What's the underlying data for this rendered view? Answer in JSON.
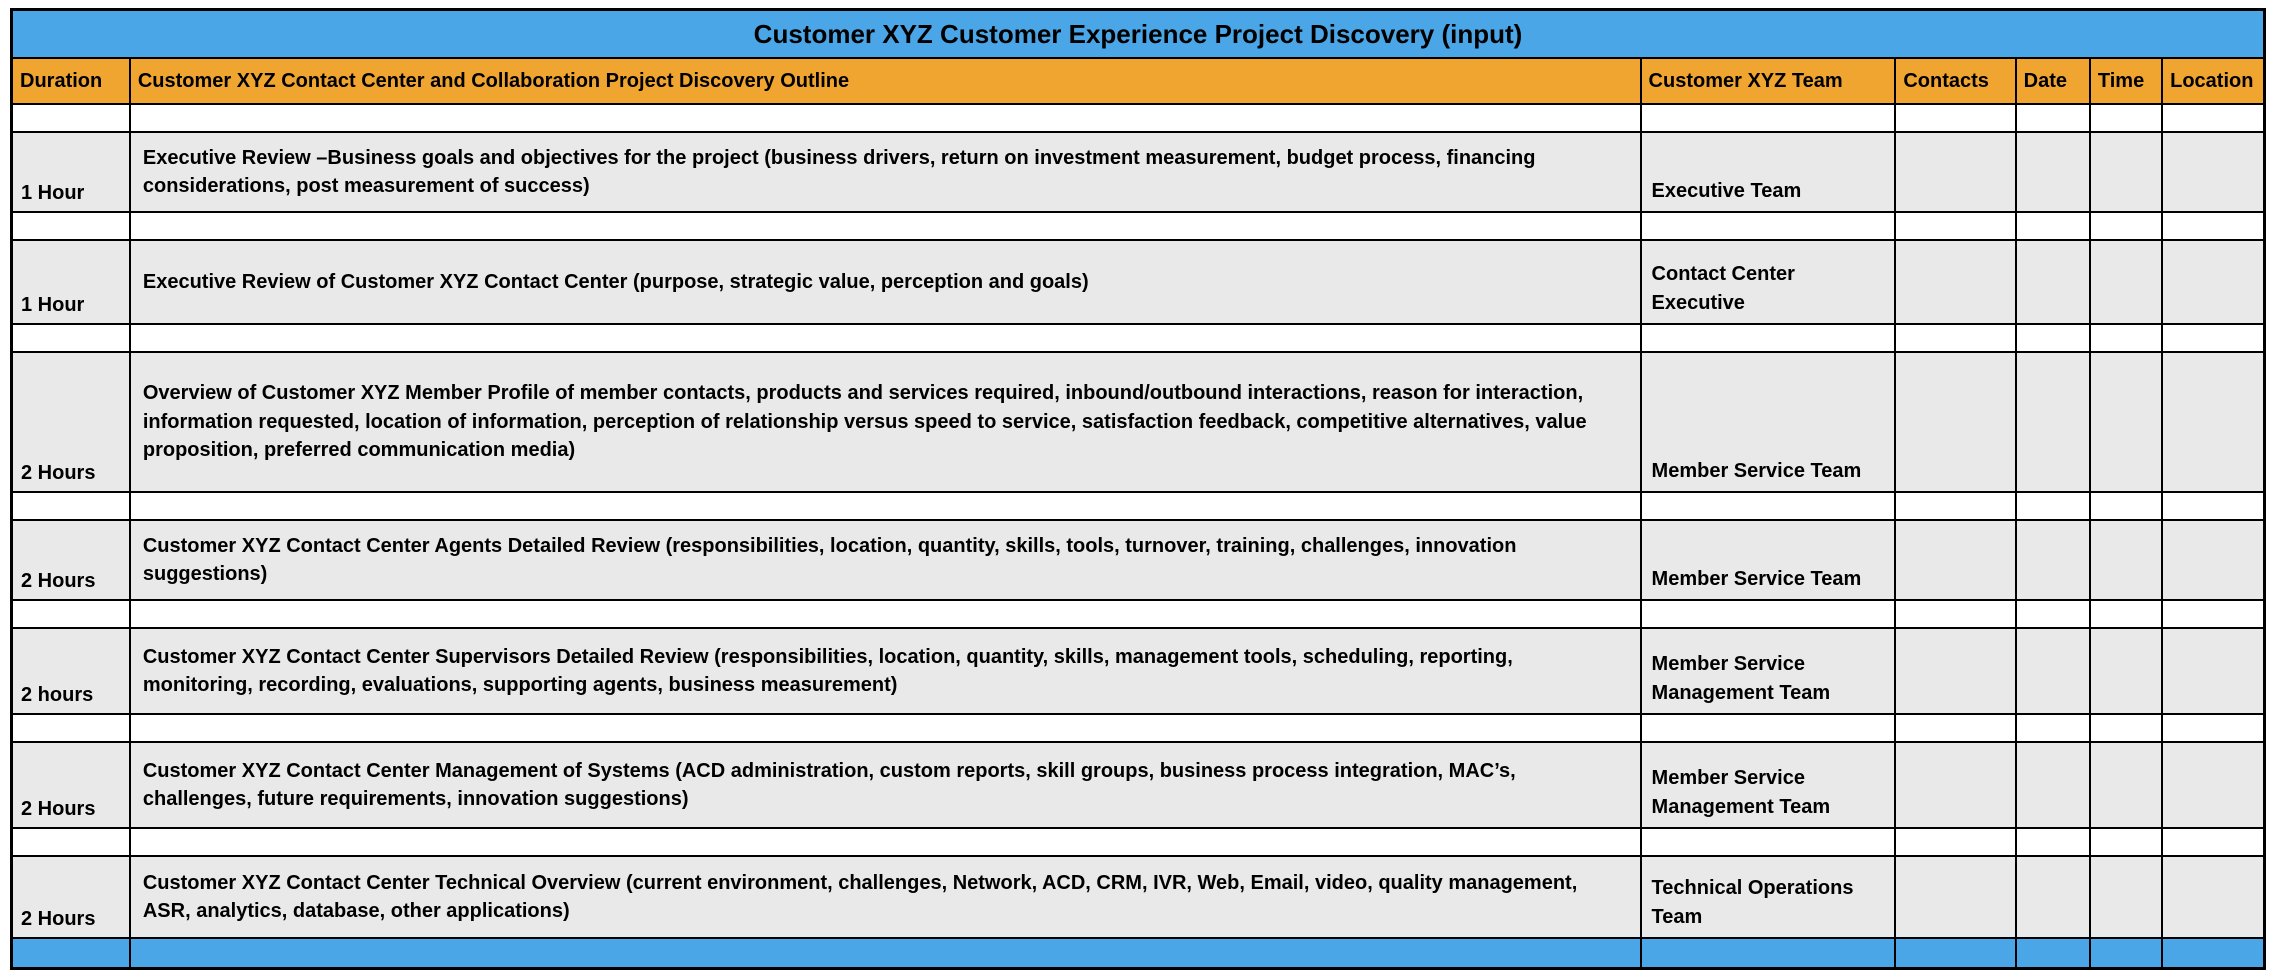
{
  "title": "Customer XYZ Customer Experience Project Discovery (input)",
  "colors": {
    "title_bg": "#4BA6E7",
    "header_bg": "#F0A530",
    "content_row_bg": "#E9E9E9",
    "spacer_row_bg": "#FFFFFF",
    "footer_bg": "#4BA6E7",
    "border": "#000000",
    "text": "#000000"
  },
  "columns": [
    {
      "key": "duration",
      "label": "Duration"
    },
    {
      "key": "outline",
      "label": "Customer XYZ Contact Center and Collaboration Project Discovery Outline"
    },
    {
      "key": "team",
      "label": "Customer XYZ Team"
    },
    {
      "key": "contacts",
      "label": "Contacts"
    },
    {
      "key": "date",
      "label": "Date"
    },
    {
      "key": "time",
      "label": "Time"
    },
    {
      "key": "location",
      "label": "Location"
    }
  ],
  "rows": [
    {
      "duration": "1 Hour",
      "outline": "Executive Review –Business goals and objectives for the project (business drivers, return on investment measurement, budget process, financing considerations, post measurement of success)",
      "team": "Executive Team",
      "contacts": "",
      "date": "",
      "time": "",
      "location": ""
    },
    {
      "duration": "1 Hour",
      "outline": "Executive Review of Customer XYZ Contact Center (purpose, strategic value, perception and goals)",
      "team": "Contact Center Executive",
      "contacts": "",
      "date": "",
      "time": "",
      "location": ""
    },
    {
      "duration": "2 Hours",
      "outline": "Overview of Customer XYZ Member Profile of member contacts, products and services required, inbound/outbound interactions, reason for interaction, information requested, location of information, perception of relationship versus speed to service, satisfaction feedback, competitive alternatives, value proposition, preferred communication media)",
      "team": "Member Service Team",
      "contacts": "",
      "date": "",
      "time": "",
      "location": ""
    },
    {
      "duration": "2 Hours",
      "outline": "Customer XYZ Contact Center Agents Detailed Review (responsibilities, location, quantity, skills, tools, turnover, training, challenges, innovation suggestions)",
      "team": "Member Service Team",
      "contacts": "",
      "date": "",
      "time": "",
      "location": ""
    },
    {
      "duration": "2 hours",
      "outline": "Customer XYZ Contact Center Supervisors Detailed Review (responsibilities, location, quantity, skills, management tools, scheduling, reporting, monitoring, recording, evaluations, supporting agents, business measurement)",
      "team": "Member Service Management Team",
      "contacts": "",
      "date": "",
      "time": "",
      "location": ""
    },
    {
      "duration": "2 Hours",
      "outline": "Customer XYZ Contact Center Management of Systems (ACD administration, custom reports, skill groups, business process integration, MAC’s, challenges, future requirements, innovation suggestions)",
      "team": "Member Service Management Team",
      "contacts": "",
      "date": "",
      "time": "",
      "location": ""
    },
    {
      "duration": "2 Hours",
      "outline": "Customer XYZ Contact Center Technical Overview (current environment, challenges, Network, ACD, CRM, IVR, Web, Email, video, quality management, ASR, analytics, database, other applications)",
      "team": "Technical Operations Team",
      "contacts": "",
      "date": "",
      "time": "",
      "location": ""
    }
  ]
}
